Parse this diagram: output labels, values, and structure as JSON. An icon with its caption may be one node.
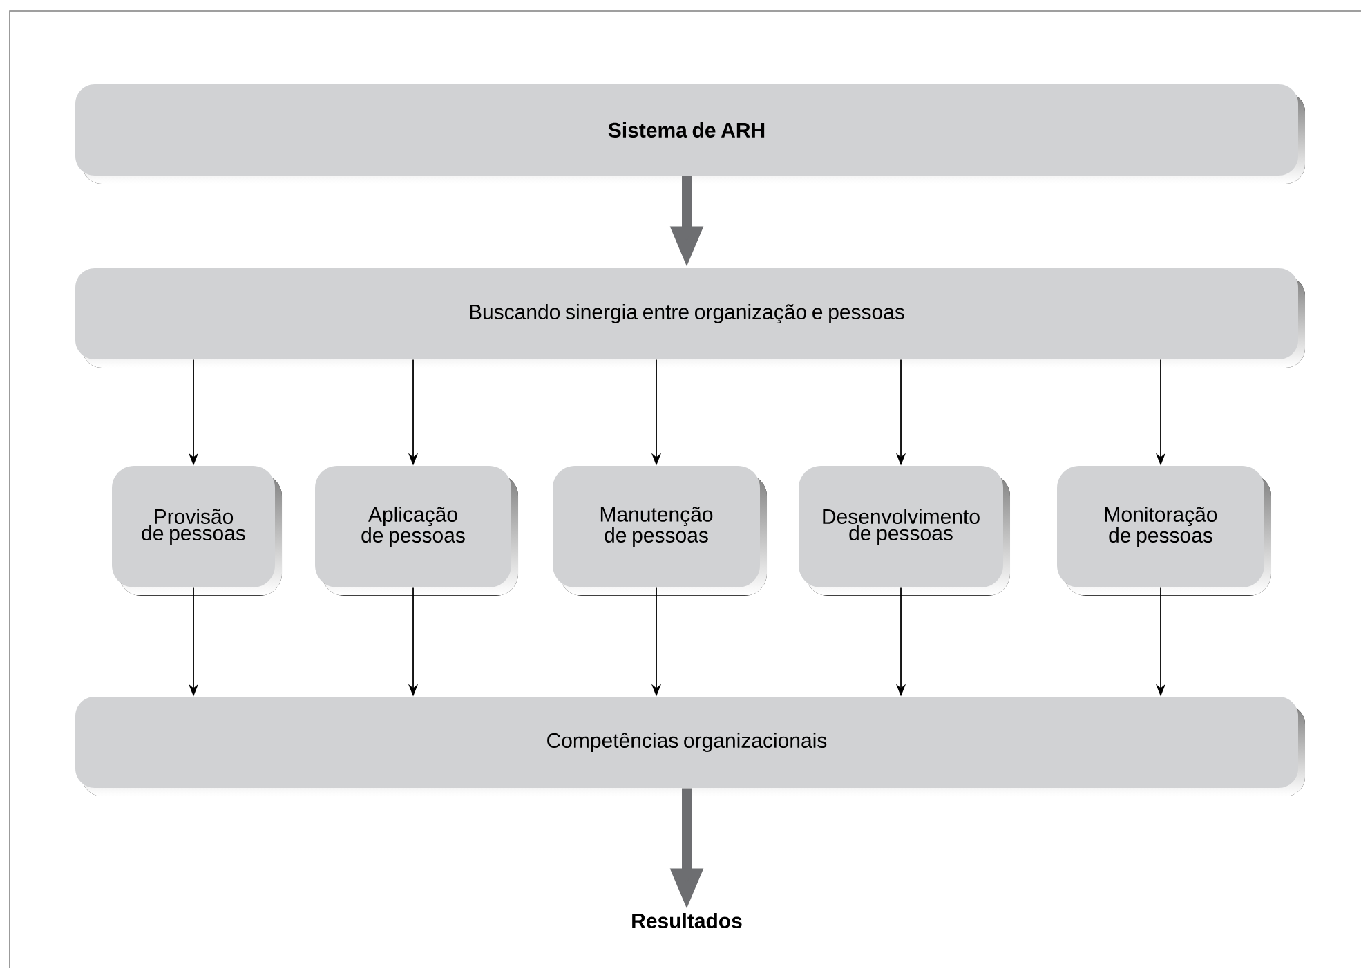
{
  "diagram": {
    "nodes": [
      {
        "text": [
          "Sistema de ARH"
        ]
      },
      {
        "text": [
          "Buscando sinergia entre organização e pessoas"
        ]
      },
      {
        "text": [
          "Provisão de pessoas"
        ]
      },
      {
        "text": [
          "Aplicação de pessoas"
        ]
      },
      {
        "text": [
          "Manutenção de pessoas"
        ]
      },
      {
        "text": [
          "Desenvolvimento de pessoas"
        ]
      },
      {
        "text": [
          "Monitoração de pessoas"
        ]
      },
      {
        "text": [
          "Competências organizacionais"
        ]
      },
      {
        "text": [
          "Resultados"
        ]
      }
    ],
    "edges": [
      {
        "from": 0,
        "to": 1,
        "arrow": "to",
        "style": "thick",
        "color": "#6d6e71"
      },
      {
        "from": 1,
        "to": 2,
        "arrow": "to"
      },
      {
        "from": 1,
        "to": 3,
        "arrow": "to"
      },
      {
        "from": 1,
        "to": 4,
        "arrow": "to"
      },
      {
        "from": 1,
        "to": 5,
        "arrow": "to"
      },
      {
        "from": 1,
        "to": 6,
        "arrow": "to"
      },
      {
        "from": 2,
        "to": 7,
        "arrow": "to"
      },
      {
        "from": 3,
        "to": 7,
        "arrow": "to"
      },
      {
        "from": 4,
        "to": 7,
        "arrow": "to"
      },
      {
        "from": 5,
        "to": 7,
        "arrow": "to"
      },
      {
        "from": 6,
        "to": 7,
        "arrow": "to"
      },
      {
        "from": 7,
        "to": 8,
        "arrow": "to",
        "style": "thick",
        "color": "#6d6e71"
      }
    ]
  }
}
